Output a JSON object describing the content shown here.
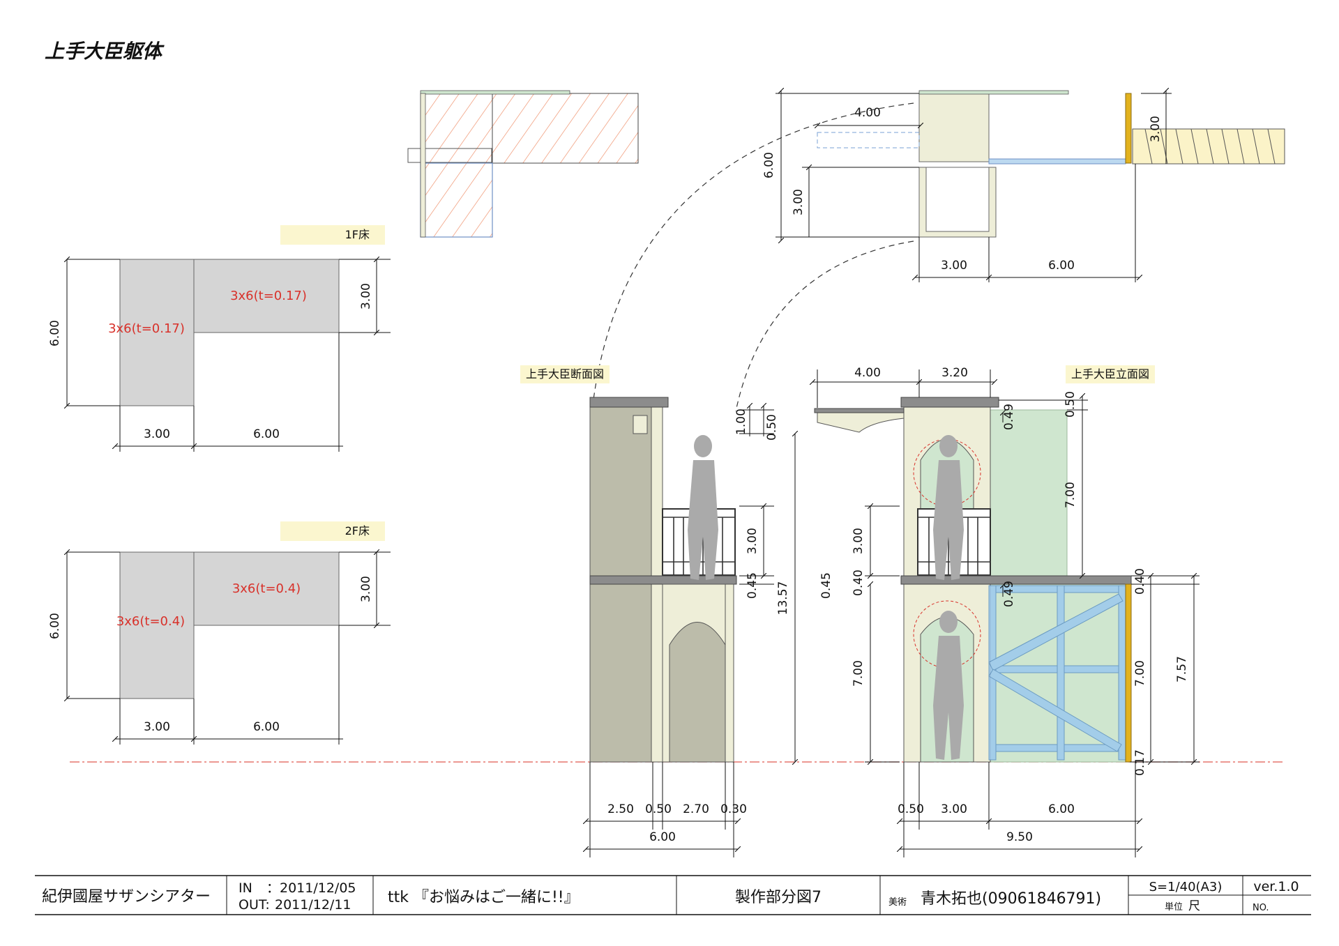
{
  "page": {
    "title": "上手大臣躯体"
  },
  "labels": {
    "floor1": "1F床",
    "floor2": "2F床",
    "section_view": "上手大臣断面図",
    "elevation_view": "上手大臣立面図"
  },
  "panels": {
    "f1_left": "3x6(t=0.17)",
    "f1_right": "3x6(t=0.17)",
    "f2_left": "3x6(t=0.4)",
    "f2_right": "3x6(t=0.4)"
  },
  "dims": {
    "f1_h": "6.00",
    "f1_side": "3.00",
    "f1_w1": "3.00",
    "f1_w2": "6.00",
    "f2_h": "6.00",
    "f2_side": "3.00",
    "f2_w1": "3.00",
    "f2_w2": "6.00",
    "plan_top": "4.00",
    "plan_h": "6.00",
    "plan_h2": "3.00",
    "plan_stair": "3.00",
    "plan_w1": "3.00",
    "plan_w2": "6.00",
    "sec_top1": "1.00",
    "sec_top2": "0.50",
    "sec_rail": "3.00",
    "sec_slab": "0.45",
    "sec_total": "13.57",
    "sec_b1": "2.50",
    "sec_b2": "0.50",
    "sec_b3": "2.70",
    "sec_b4": "0.30",
    "sec_btot": "6.00",
    "elv_t1": "4.00",
    "elv_t2": "3.20",
    "elv_l1": "3.00",
    "elv_l2": "0.45",
    "elv_l3": "0.40",
    "elv_l4": "7.00",
    "elv_m1": "0.49",
    "elv_m2": "0.49",
    "elv_r1": "0.50",
    "elv_r2": "7.00",
    "elv_r3": "0.40",
    "elv_r4": "7.00",
    "elv_r5": "0.17",
    "elv_rtot": "7.57",
    "elv_b1": "0.50",
    "elv_b2": "3.00",
    "elv_b3": "6.00",
    "elv_btot": "9.50"
  },
  "title_block": {
    "theater": "紀伊國屋サザンシアター",
    "in_label": "IN",
    "in_date": "：2011/12/05",
    "out_label": "OUT:",
    "out_date": "2011/12/11",
    "production": "ttk 『お悩みはご一緒に!!』",
    "drawing": "製作部分図7",
    "art_label": "美術",
    "designer": "青木拓也(09061846791)",
    "scale": "S=1/40(A3)",
    "unit_label": "単位",
    "unit": "尺",
    "version": "ver.1.0",
    "no_label": "NO."
  },
  "colors": {
    "panel_gray": "#d5d5d5",
    "wall_gray": "#bcbcaa",
    "cream": "#eeeed8",
    "green": "#cfe6cf",
    "blue": "#9cc9ee",
    "yellow": "#e2b21e",
    "red_dim": "#d8312a"
  }
}
